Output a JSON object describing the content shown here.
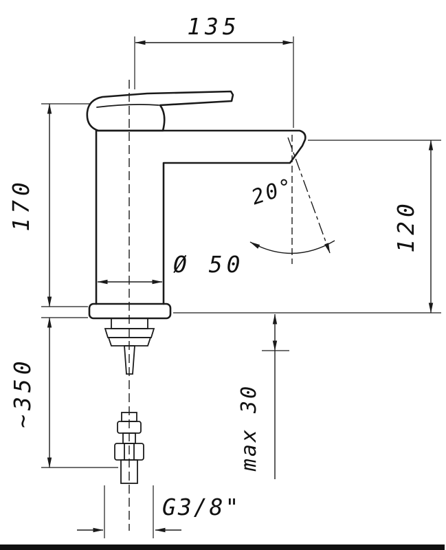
{
  "drawing": {
    "labels": {
      "top_width": "135",
      "height": "170",
      "spout_height": "120",
      "angle": "20°",
      "base_diameter": "Ø 50",
      "hose_length": "~350",
      "max_mount_thickness": "max 30",
      "thread_size": "G3/8\""
    },
    "colors": {
      "line": "#1a1a1a",
      "background": "#ffffff",
      "footer_bar": "#101010"
    }
  }
}
